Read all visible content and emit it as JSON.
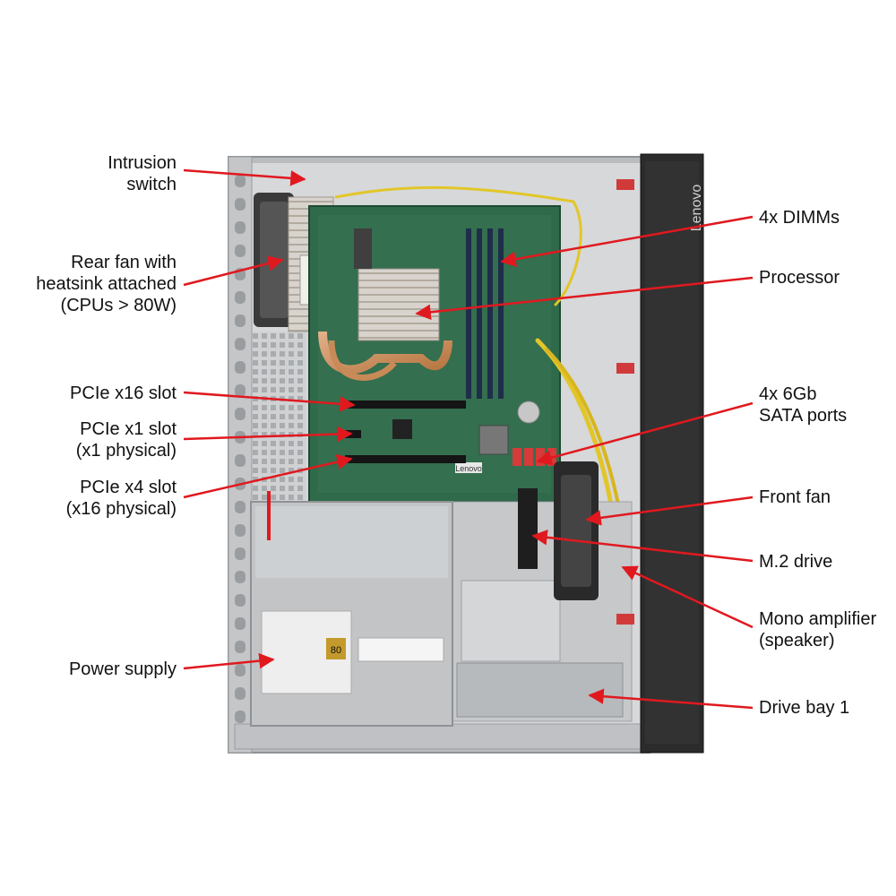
{
  "colors": {
    "arrow": "#e0191f",
    "chassis": "#c9cbcd",
    "board": "#2f6a4a",
    "front_panel": "#2b2b2b"
  },
  "brand": {
    "front_logo": "Lenovo",
    "board_logo": "Lenovo",
    "psu_rating": "80"
  },
  "labels": {
    "intrusion_switch": [
      "Intrusion",
      "switch"
    ],
    "rear_fan": [
      "Rear fan with",
      "heatsink attached",
      "(CPUs > 80W)"
    ],
    "pcie_x16": [
      "PCIe x16 slot"
    ],
    "pcie_x1": [
      "PCIe x1 slot",
      "(x1 physical)"
    ],
    "pcie_x4": [
      "PCIe x4 slot",
      "(x16 physical)"
    ],
    "power_supply": [
      "Power supply"
    ],
    "dimms": [
      "4x DIMMs"
    ],
    "processor": [
      "Processor"
    ],
    "sata": [
      "4x 6Gb",
      "SATA ports"
    ],
    "front_fan": [
      "Front fan"
    ],
    "m2_drive": [
      "M.2 drive"
    ],
    "mono_amp": [
      "Mono amplifier",
      "(speaker)"
    ],
    "drive_bay": [
      "Drive bay 1"
    ]
  }
}
